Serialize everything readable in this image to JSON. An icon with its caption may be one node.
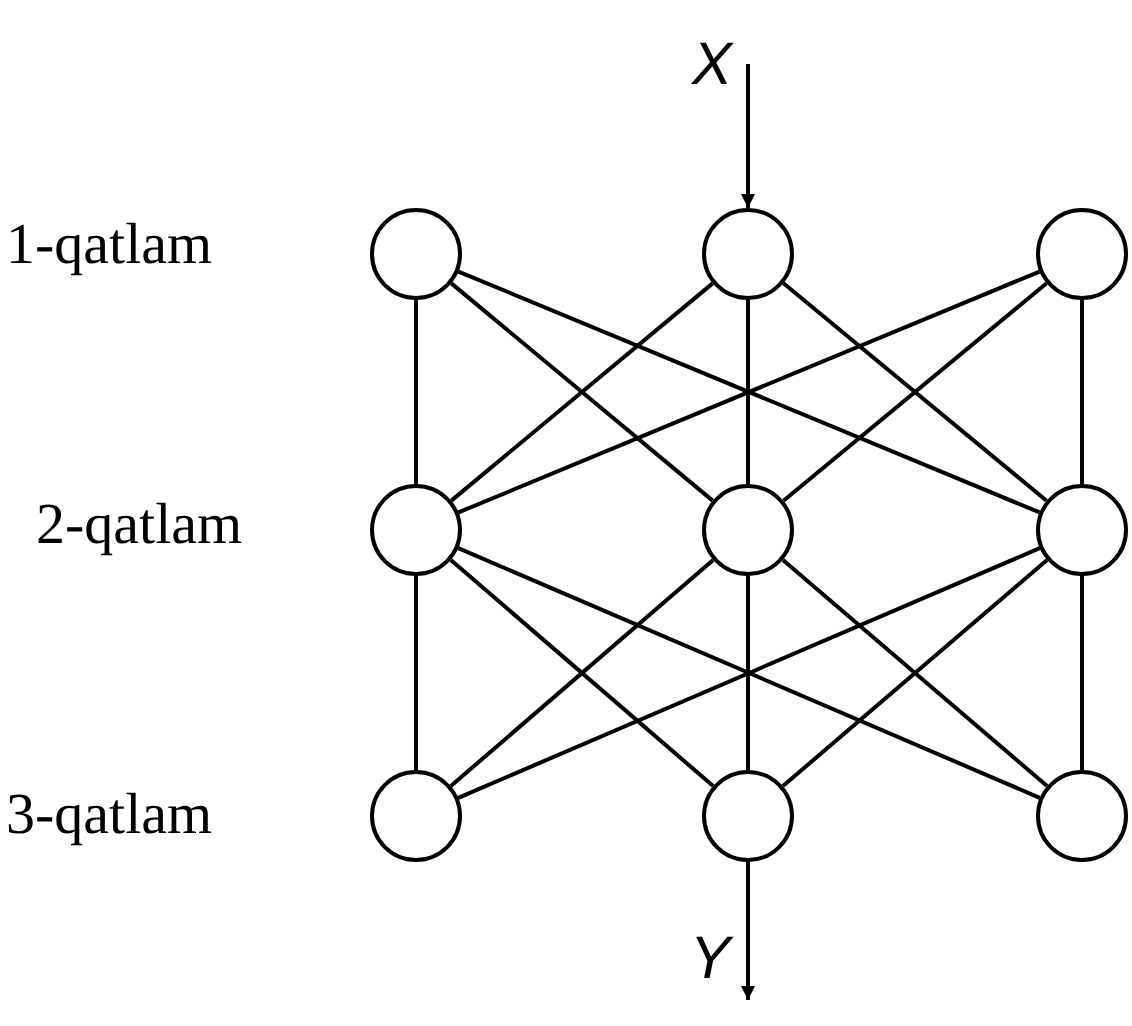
{
  "diagram": {
    "nodes": [
      {
        "text": [],
        "shape": "circle"
      },
      {
        "text": [],
        "shape": "circle"
      },
      {
        "text": [],
        "shape": "circle"
      },
      {
        "text": [],
        "shape": "circle"
      },
      {
        "text": [],
        "shape": "circle"
      },
      {
        "text": [],
        "shape": "circle"
      },
      {
        "text": [],
        "shape": "circle"
      },
      {
        "text": [],
        "shape": "circle"
      },
      {
        "text": [],
        "shape": "circle"
      },
      {
        "text": [
          "X"
        ]
      },
      {
        "text": [
          "Y"
        ]
      }
    ],
    "edges": [
      {
        "from": 0,
        "to": 3,
        "arrow": "none"
      },
      {
        "from": 0,
        "to": 4,
        "arrow": "none"
      },
      {
        "from": 0,
        "to": 5,
        "arrow": "none"
      },
      {
        "from": 1,
        "to": 3,
        "arrow": "none"
      },
      {
        "from": 1,
        "to": 4,
        "arrow": "none"
      },
      {
        "from": 1,
        "to": 5,
        "arrow": "none"
      },
      {
        "from": 2,
        "to": 3,
        "arrow": "none"
      },
      {
        "from": 2,
        "to": 4,
        "arrow": "none"
      },
      {
        "from": 2,
        "to": 5,
        "arrow": "none"
      },
      {
        "from": 3,
        "to": 6,
        "arrow": "none"
      },
      {
        "from": 3,
        "to": 7,
        "arrow": "none"
      },
      {
        "from": 3,
        "to": 8,
        "arrow": "none"
      },
      {
        "from": 4,
        "to": 6,
        "arrow": "none"
      },
      {
        "from": 4,
        "to": 7,
        "arrow": "none"
      },
      {
        "from": 4,
        "to": 8,
        "arrow": "none"
      },
      {
        "from": 5,
        "to": 6,
        "arrow": "none"
      },
      {
        "from": 5,
        "to": 7,
        "arrow": "none"
      },
      {
        "from": 5,
        "to": 8,
        "arrow": "none"
      },
      {
        "from": 9,
        "to": 1,
        "arrow": "to"
      },
      {
        "from": 7,
        "to": 10,
        "arrow": "to"
      }
    ],
    "labels": [
      "1-qatlam",
      "2-qatlam",
      "3-qatlam"
    ]
  }
}
